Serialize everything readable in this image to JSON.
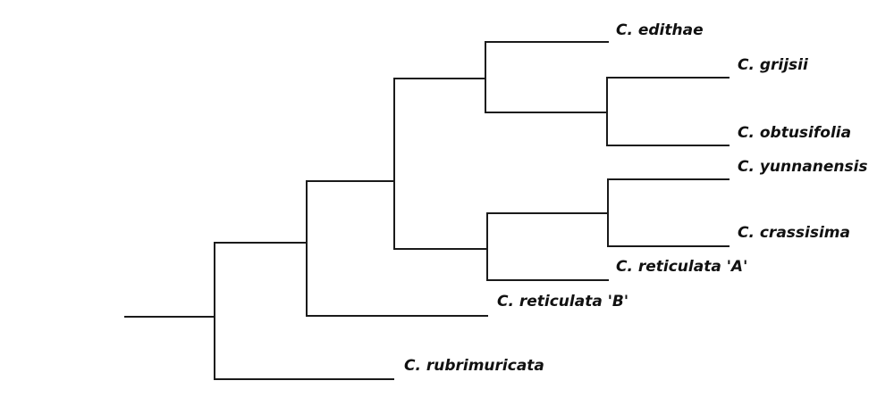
{
  "tree": {
    "taxa": [
      {
        "id": "edithae",
        "label": "C. edithae"
      },
      {
        "id": "grijsii",
        "label": "C. grijsii"
      },
      {
        "id": "obtusifolia",
        "label": "C. obtusifolia"
      },
      {
        "id": "yunnanensis",
        "label": "C. yunnanensis"
      },
      {
        "id": "crassisima",
        "label": "C. crassisima"
      },
      {
        "id": "reticulata-a",
        "label": "C. reticulata 'A'"
      },
      {
        "id": "reticulata-b",
        "label": "C. reticulata 'B'"
      },
      {
        "id": "rubrimuricata",
        "label": "C. rubrimuricata"
      }
    ],
    "topology": "((((C. edithae,(C. grijsii,C. obtusifolia)),((C. yunnanensis,C. crassisima),C. reticulata 'A')),C. reticulata 'B'),C. rubrimuricata)"
  }
}
